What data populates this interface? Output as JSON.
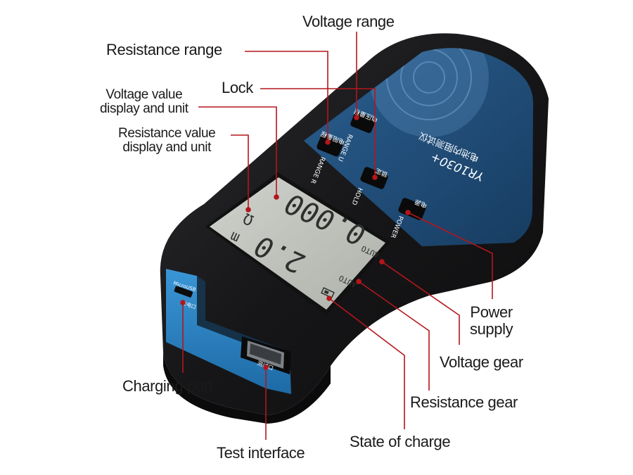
{
  "labels": {
    "voltage_range": "Voltage range",
    "resistance_range": "Resistance range",
    "lock": "Lock",
    "voltage_value_display": "Voltage value\ndisplay and unit",
    "resistance_value_display": "Resistance value\ndisplay and unit",
    "power_supply": "Power\nsupply",
    "voltage_gear": "Voltage gear",
    "charging_port": "Charging port",
    "resistance_gear": "Resistance gear",
    "state_of_charge": "State of charge",
    "test_interface": "Test interface"
  },
  "device": {
    "model": "YR1030+",
    "chinese_title": "电池内阻测试仪",
    "buttons": {
      "range_u": {
        "caption": "RANGE U",
        "cn": "电压量程"
      },
      "range_r": {
        "caption": "RANGE R",
        "cn": "电阻量程"
      },
      "hold": {
        "caption": "HOLD",
        "cn": "锁定"
      },
      "power": {
        "caption": "POWER",
        "cn": "电源"
      }
    },
    "lcd": {
      "top_digits": "0.000",
      "bottom_digits": "2.0",
      "auto_voltage": "AUTO",
      "auto_resistance": "AUTO",
      "unit_top": "Ω",
      "unit_bottom": "m"
    },
    "ports": {
      "micro_usb": "MicroUSB",
      "micro_usb_cn": "充电口",
      "test_port_cn": "测试口"
    }
  },
  "colors": {
    "leader_line": "#b3161b",
    "device_body": "#1c1c1e",
    "panel_blue": "#1f4d78",
    "lcd_bg": "#c3c6c0",
    "side_blue": "#2b83c4"
  }
}
